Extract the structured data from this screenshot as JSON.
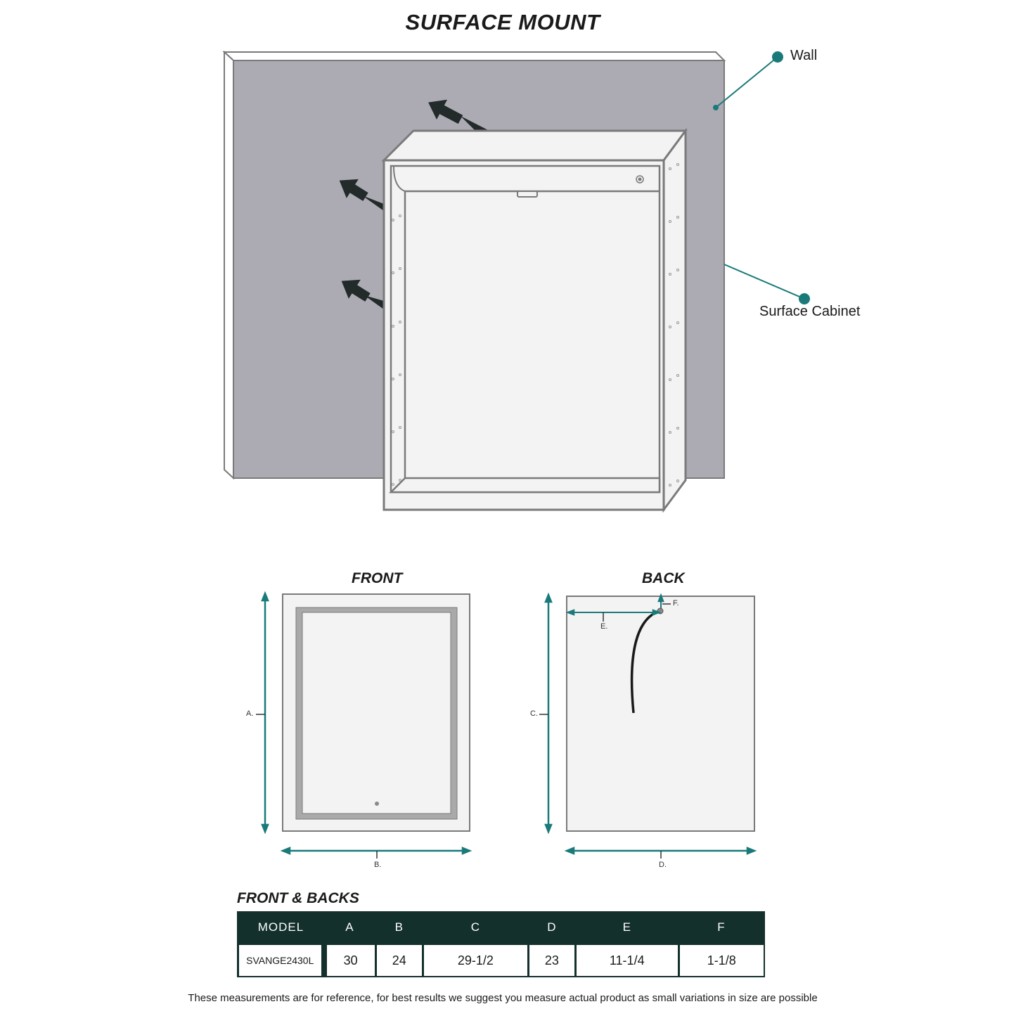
{
  "title": "SURFACE MOUNT",
  "callouts": {
    "wall": "Wall",
    "surface_cabinet": "Surface Cabinet"
  },
  "views": {
    "front": {
      "title": "FRONT",
      "dim_labels": [
        "A.",
        "B."
      ]
    },
    "back": {
      "title": "BACK",
      "dim_labels": [
        "C.",
        "D.",
        "E.",
        "F."
      ]
    }
  },
  "table": {
    "title": "FRONT & BACKS",
    "headers": [
      "MODEL",
      "A",
      "B",
      "C",
      "D",
      "E",
      "F"
    ],
    "rows": [
      [
        "SVANGE2430L",
        "30",
        "24",
        "29-1/2",
        "23",
        "11-1/4",
        "1-1/8"
      ]
    ]
  },
  "disclaimer": "These measurements are for reference, for best results we suggest you measure actual product as small variations in size are possible",
  "colors": {
    "accent_teal": "#1a7a7a",
    "wall_gray": "#acabb3",
    "table_header": "#13302c",
    "outline_gray": "#7a7a7a",
    "arrow_dark": "#222a2a"
  }
}
